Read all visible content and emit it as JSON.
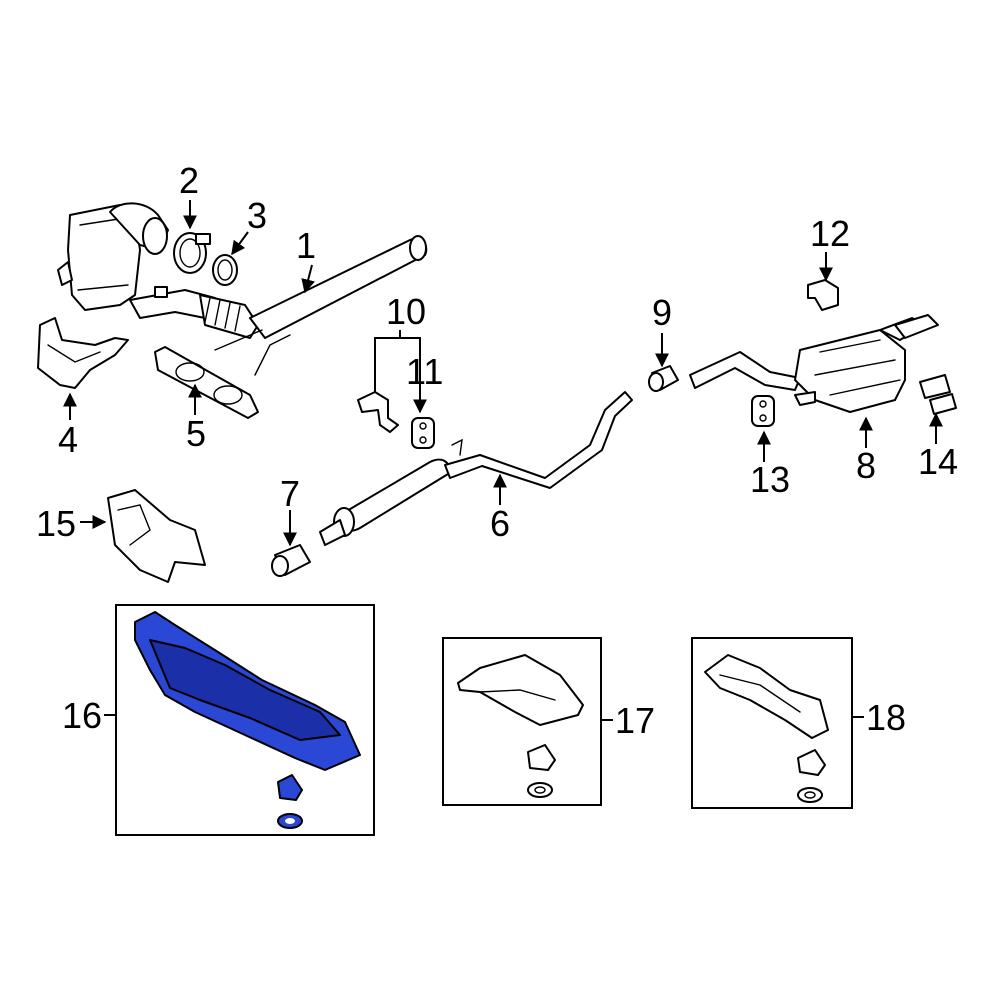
{
  "callouts": {
    "c1": "1",
    "c2": "2",
    "c3": "3",
    "c4": "4",
    "c5": "5",
    "c6": "6",
    "c7": "7",
    "c8": "8",
    "c9": "9",
    "c10": "10",
    "c11": "11",
    "c12": "12",
    "c13": "13",
    "c14": "14",
    "c15": "15",
    "c16": "16",
    "c17": "17",
    "c18": "18"
  },
  "colors": {
    "highlight": "#2b47d6",
    "highlight_dark": "#1a2fa8",
    "line": "#000000",
    "background": "#ffffff"
  },
  "highlighted_part": "16"
}
